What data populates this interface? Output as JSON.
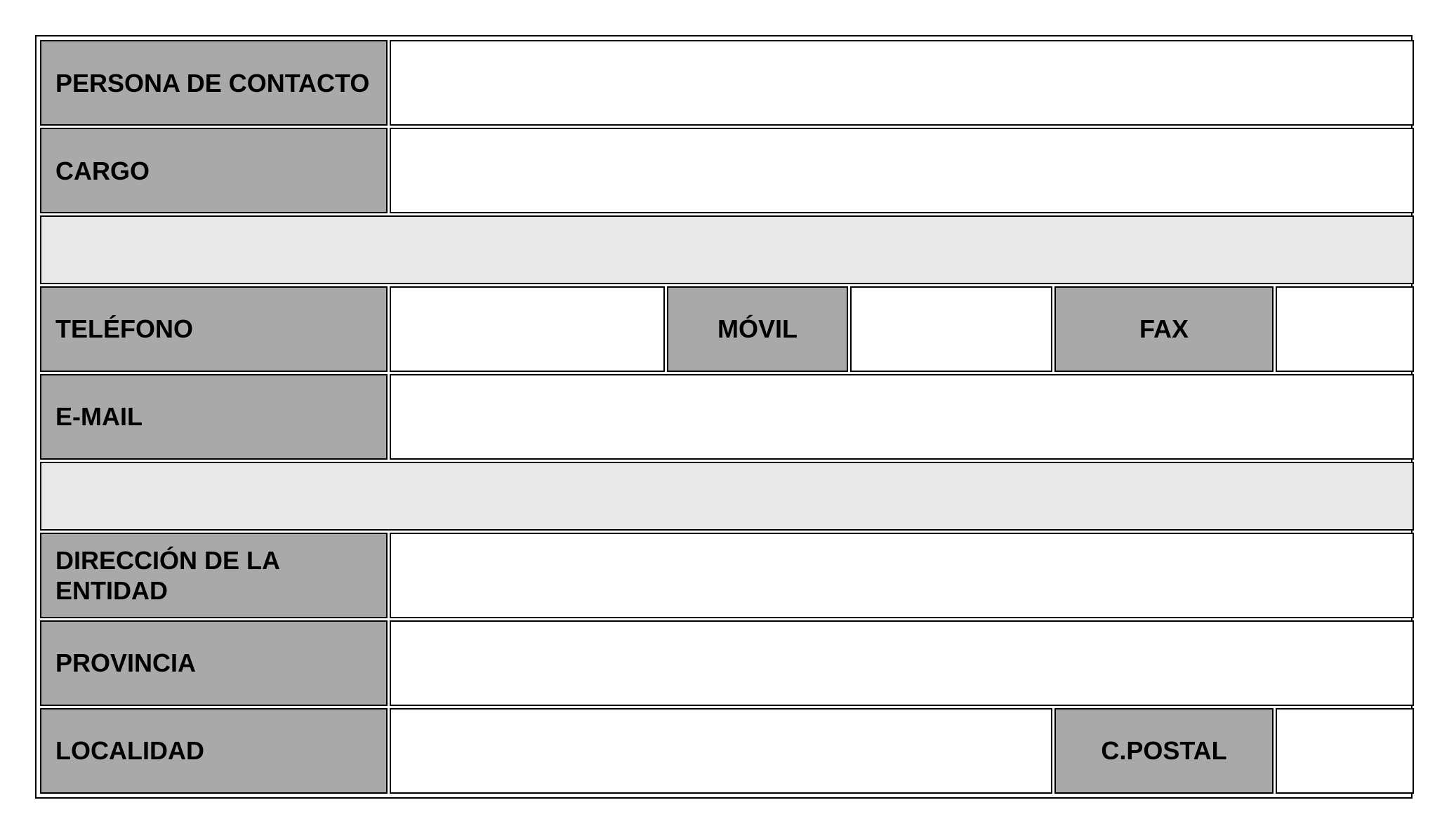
{
  "form": {
    "contact_person_label": "PERSONA DE CONTACTO",
    "contact_person_value": "",
    "position_label": "CARGO",
    "position_value": "",
    "phone_label": "TELÉFONO",
    "phone_value": "",
    "mobile_label": "MÓVIL",
    "mobile_value": "",
    "fax_label": "FAX",
    "fax_value": "",
    "email_label": "E-MAIL",
    "email_value": "",
    "address_label": "DIRECCIÓN DE LA ENTIDAD",
    "address_value": "",
    "province_label": "PROVINCIA",
    "province_value": "",
    "locality_label": "LOCALIDAD",
    "locality_value": "",
    "postal_code_label": "C.POSTAL",
    "postal_code_value": ""
  },
  "colors": {
    "label_background": "#a9a9a9",
    "spacer_background": "#e8e8e8",
    "value_background": "#ffffff",
    "border": "#000000"
  }
}
